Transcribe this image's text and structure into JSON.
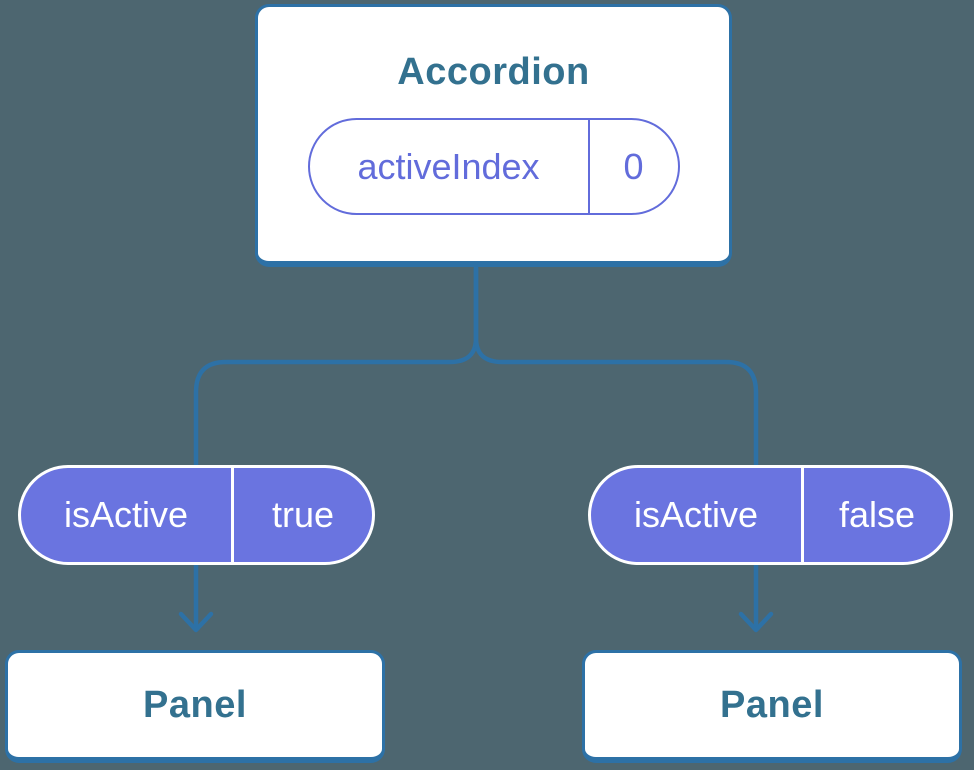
{
  "palette": {
    "background": "#4d6670",
    "connector_blue": "#2d71a6",
    "title_text_blue": "#33718f",
    "pill_fill_purple": "#6a74e0",
    "pill_outline_purple": "#626cdb",
    "card_background": "#ffffff",
    "pill_light_text": "#ffffff"
  },
  "diagram": {
    "root": {
      "title": "Accordion",
      "state": {
        "name": "activeIndex",
        "value": "0"
      }
    },
    "children": [
      {
        "prop": {
          "name": "isActive",
          "value": "true"
        },
        "panel": "Panel"
      },
      {
        "prop": {
          "name": "isActive",
          "value": "false"
        },
        "panel": "Panel"
      }
    ]
  }
}
